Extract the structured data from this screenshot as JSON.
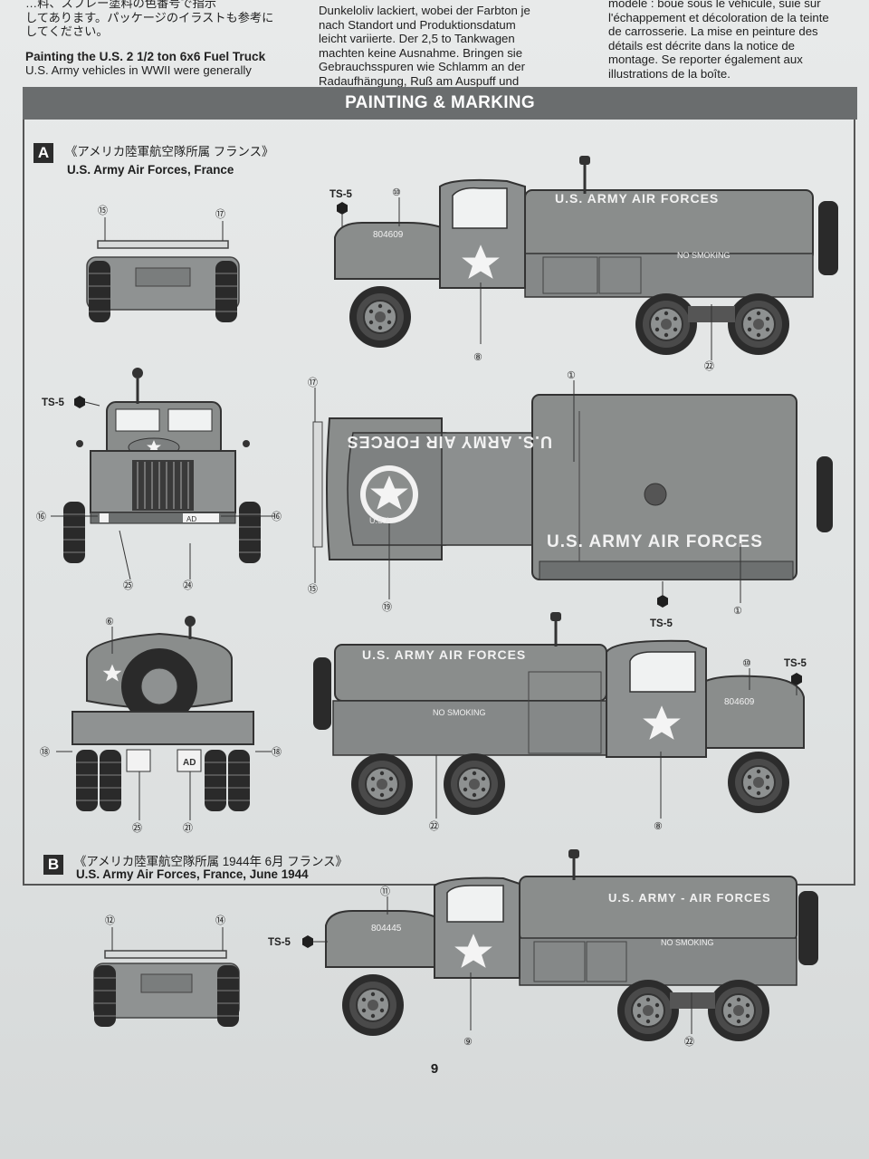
{
  "top_text": {
    "jp_lines": [
      "…料、スプレー塗料の色番号で指示",
      "してあります。パッケージのイラストも参考に",
      "してください。"
    ],
    "en_heading": "Painting the U.S. 2 1/2 ton 6x6 Fuel Truck",
    "en_lines": [
      "U.S. Army vehicles in WWII were generally"
    ],
    "de_lines": [
      "Dunkeloliv lackiert, wobei der Farbton je",
      "nach Standort und Produktionsdatum",
      "leicht variierte. Der 2,5 to Tankwagen",
      "machten keine Ausnahme. Bringen sie",
      "Gebrauchsspuren wie Schlamm an der",
      "Radaufhängung, Ruß am Auspuff und"
    ],
    "fr_lines": [
      "modèle : boue sous le véhicule, suie sur",
      "l'échappement et décoloration de la teinte",
      "de carrosserie. La mise en peinture des",
      "détails est décrite dans la notice de",
      "montage. Se reporter également aux",
      "illustrations de la boîte."
    ]
  },
  "section_title": "PAINTING & MARKING",
  "schemes": [
    {
      "letter": "A",
      "title_jp": "《アメリカ陸軍航空隊所属 フランス》",
      "title_en": "U.S. Army Air Forces, France"
    },
    {
      "letter": "B",
      "title_jp": "《アメリカ陸軍航空隊所属 1944年 6月 フランス》",
      "title_en": "U.S. Army Air Forces, France, June 1944"
    }
  ],
  "paint_code": "TS-5",
  "decals": {
    "d1": "①",
    "d6": "⑥",
    "d8": "⑧",
    "d9": "⑨",
    "d10": "⑩",
    "d11": "⑪",
    "d12": "⑫",
    "d14": "⑭",
    "d15": "⑮",
    "d16": "⑯",
    "d17": "⑰",
    "d18": "⑱",
    "d19": "⑲",
    "d21": "㉑",
    "d22": "㉒",
    "d24": "㉔",
    "d25": "㉕"
  },
  "markings": {
    "usaaf": "U.S. ARMY AIR FORCES",
    "usaaf_b": "U.S. ARMY - AIR FORCES",
    "no_smoking": "NO SMOKING",
    "serial_a": "804609",
    "serial_b": "804445",
    "usa": "U.S.A",
    "ad": "AD"
  },
  "page_number": "9",
  "colors": {
    "olive_drab": "#8a8d8c",
    "banner": "#6a6d6e",
    "ink": "#2a2a2a"
  }
}
